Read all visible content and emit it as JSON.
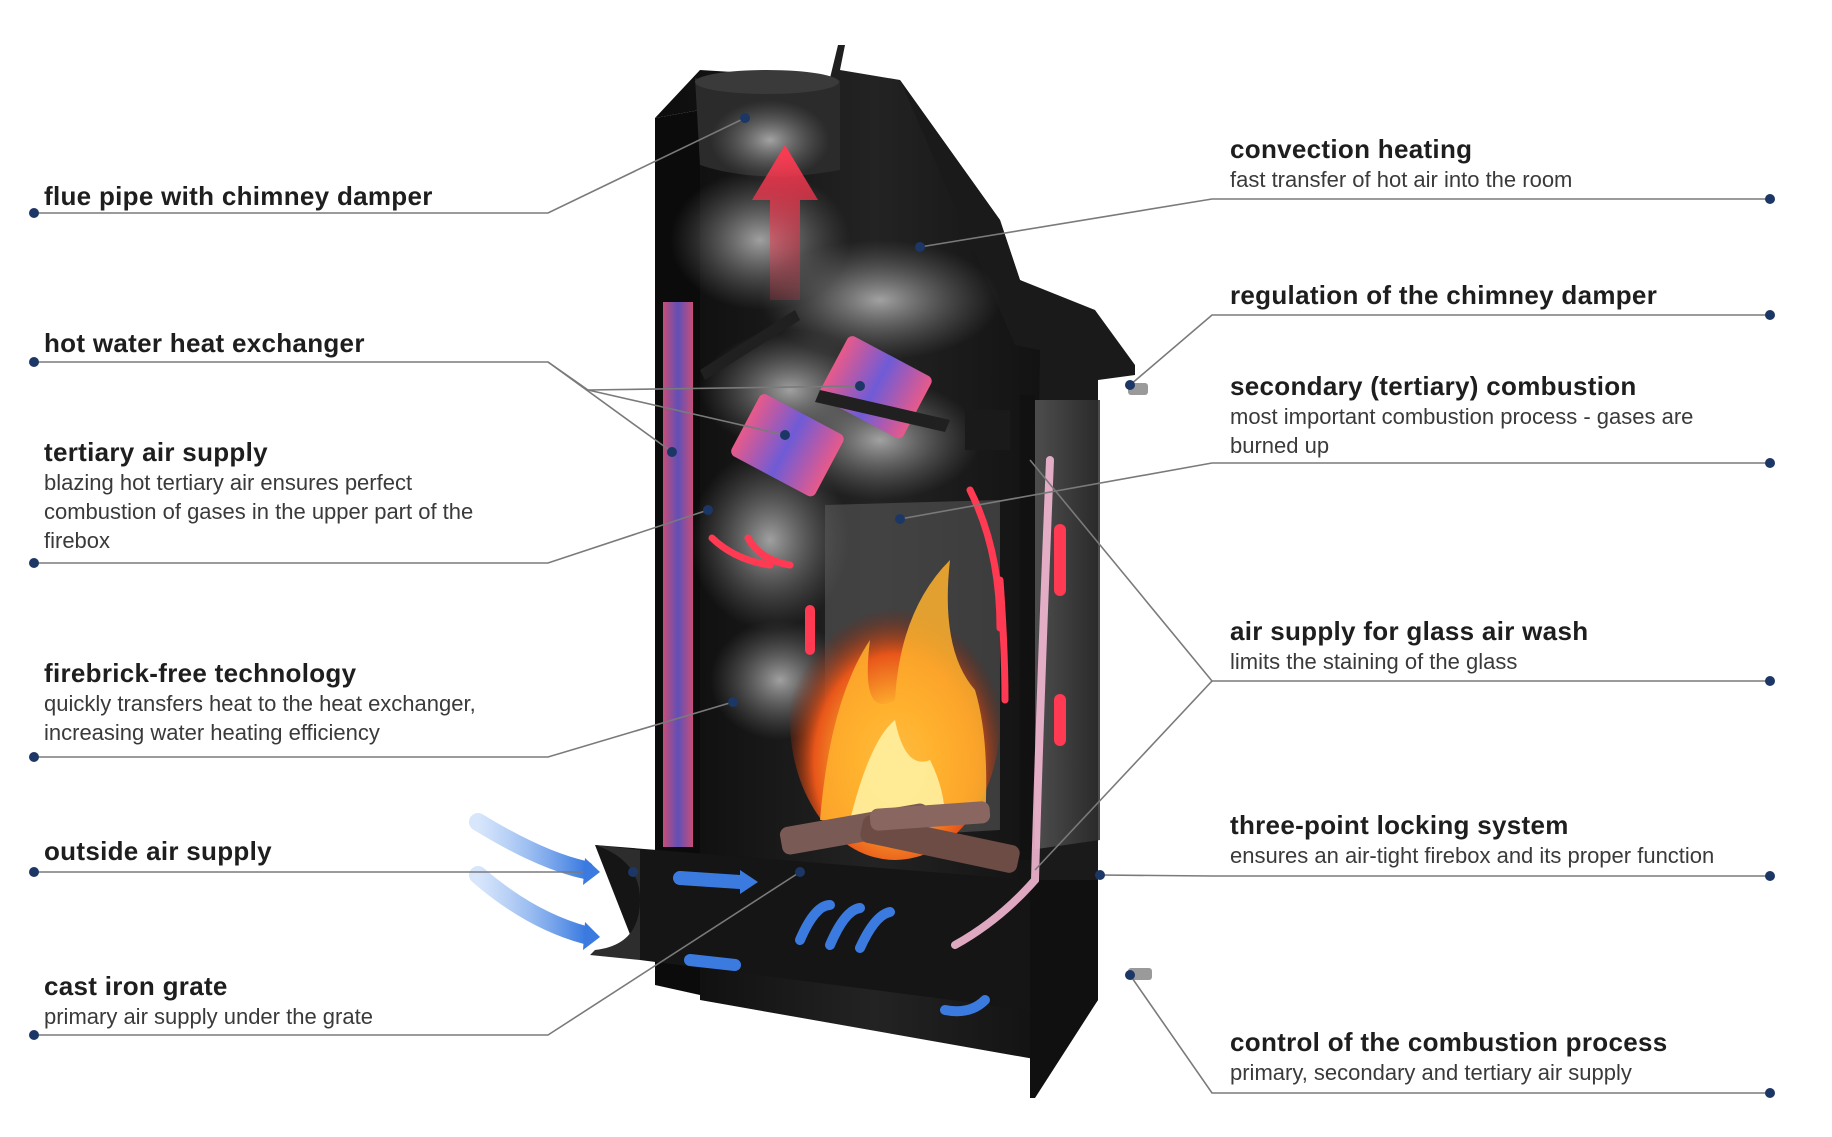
{
  "labels": {
    "flue_pipe": {
      "title": "flue pipe with chimney damper"
    },
    "hot_water": {
      "title": "hot water heat exchanger"
    },
    "tertiary_air": {
      "title": "tertiary air supply",
      "desc": "blazing hot tertiary air ensures perfect combustion of gases in the upper part of the firebox"
    },
    "firebrick_free": {
      "title": "firebrick-free technology",
      "desc": "quickly transfers heat to the heat exchanger, increasing water heating efficiency"
    },
    "outside_air": {
      "title": "outside air supply"
    },
    "cast_iron_grate": {
      "title": "cast iron grate",
      "desc": "primary air supply under the grate"
    },
    "convection": {
      "title": "convection heating",
      "desc": "fast transfer of hot air into the room"
    },
    "regulation_damper": {
      "title": "regulation of the chimney damper"
    },
    "secondary_combustion": {
      "title": "secondary (tertiary) combustion",
      "desc": "most important combustion process - gases are burned up"
    },
    "glass_air_wash": {
      "title": "air supply for glass air wash",
      "desc": "limits the staining of the glass"
    },
    "locking": {
      "title": "three-point locking system",
      "desc": "ensures an air-tight firebox and its proper function"
    },
    "combustion_control": {
      "title": "control of the combustion process",
      "desc": "primary, secondary and tertiary air supply"
    }
  },
  "colors": {
    "leader_line": "#7a7a7a",
    "dot": "#1c3766",
    "stove_body": "#141414",
    "hot_air": "#e8334a",
    "cold_air": "#3b7be0",
    "heat_exchanger": "#6f5bd6"
  },
  "icons": {
    "fireplace": "fireplace-cutaway-illustration",
    "flame": "fire-flame-icon",
    "hot_arrow": "red-arrow-icon",
    "cold_arrow": "blue-arrow-icon"
  }
}
